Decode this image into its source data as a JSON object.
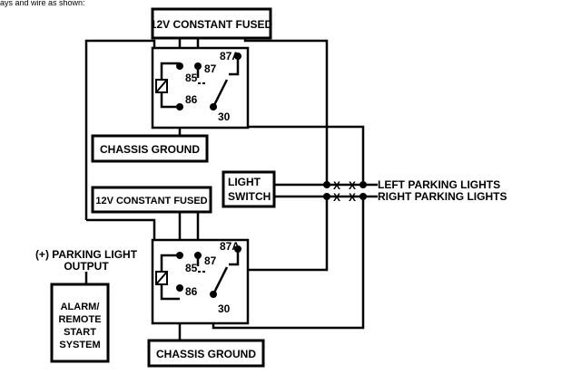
{
  "caption": "ays and wire as shown:",
  "top_fused_label": "12V CONSTANT FUSED",
  "bottom_fused_label": "12V CONSTANT FUSED",
  "top_chassis_label": "CHASSIS GROUND",
  "bottom_chassis_label": "CHASSIS GROUND",
  "light_switch_label": [
    "LIGHT",
    "SWITCH"
  ],
  "left_lights_label": "LEFT PARKING LIGHTS",
  "right_lights_label": "RIGHT PARKING LIGHTS",
  "parking_output_label": [
    "(+) PARKING LIGHT",
    "OUTPUT"
  ],
  "alarm_label": [
    "ALARM/",
    "REMOTE",
    "START",
    "SYSTEM"
  ],
  "cut_mark": "X",
  "top_relay": {
    "pin85": "85",
    "pin86": "86",
    "pin87": "87",
    "pin87a": "87",
    "pin87a_suffix": "A",
    "pin30": "30"
  },
  "bottom_relay": {
    "pin85": "85",
    "pin86": "86",
    "pin87": "87",
    "pin87a": "87",
    "pin87a_suffix": "A",
    "pin30": "30"
  }
}
